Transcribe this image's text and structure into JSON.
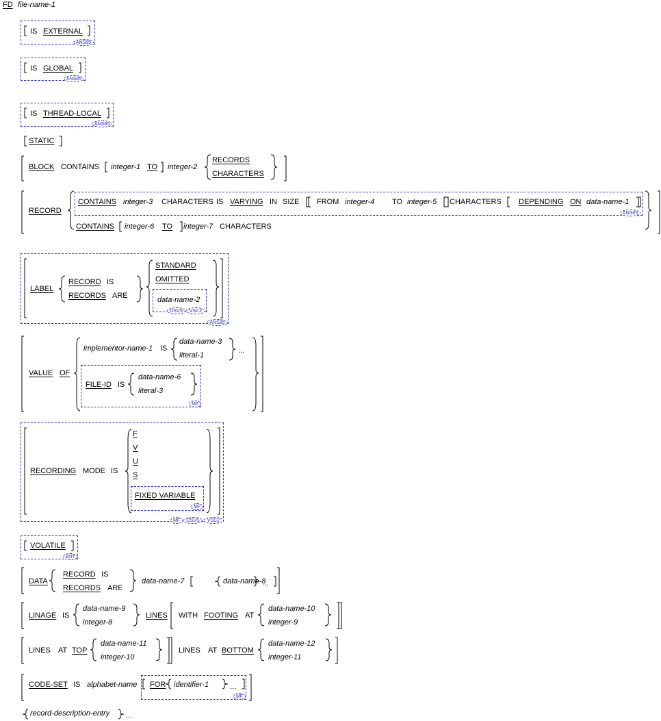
{
  "fd": {
    "keyword": "FD",
    "name": "file-name-1"
  },
  "external": {
    "is": "IS",
    "keyword": "EXTERNAL",
    "badge": "ANS85"
  },
  "global": {
    "is": "IS",
    "keyword": "GLOBAL",
    "badge": "ANS85"
  },
  "thread_local": {
    "is": "IS",
    "keyword": "THREAD-LOCAL",
    "badge": "ANS85"
  },
  "static": {
    "keyword": "STATIC"
  },
  "block": {
    "keyword": "BLOCK",
    "contains": "CONTAINS",
    "int1": "integer-1",
    "to": "TO",
    "int2": "integer-2",
    "records": "RECORDS",
    "characters": "CHARACTERS"
  },
  "record": {
    "keyword": "RECORD",
    "contains": "CONTAINS",
    "int3": "integer-3",
    "characters": "CHARACTERS",
    "is": "IS",
    "varying": "VARYING",
    "in": "IN",
    "size": "SIZE",
    "from": "FROM",
    "int4": "integer-4",
    "to": "TO",
    "int5": "integer-5",
    "characters2": "CHARACTERS",
    "depending": "DEPENDING",
    "on": "ON",
    "dn1": "data-name-1",
    "badge": "ANS85",
    "contains2": "CONTAINS",
    "int6": "integer-6",
    "to2": "TO",
    "int7": "integer-7",
    "characters3": "CHARACTERS"
  },
  "label": {
    "keyword": "LABEL",
    "record": "RECORD",
    "is": "IS",
    "records": "RECORDS",
    "are": "ARE",
    "standard": "STANDARD",
    "omitted": "OMITTED",
    "dn2": "data-name-2",
    "badge_osvs": "OSVS",
    "badge_vsc2": "VSC2",
    "badge_ans85": "ANS85"
  },
  "value": {
    "keyword": "VALUE",
    "of": "OF",
    "impl": "implementor-name-1",
    "is": "IS",
    "dn3": "data-name-3",
    "lit1": "literal-1",
    "ellipsis": "...",
    "fileid": "FILE-ID",
    "is2": "IS",
    "dn6": "data-name-6",
    "lit3": "literal-3",
    "badge": "MF"
  },
  "recording": {
    "keyword": "RECORDING",
    "mode": "MODE",
    "is": "IS",
    "f": "F",
    "v": "V",
    "u": "U",
    "s": "S",
    "fixed_variable": "FIXED VARIABLE",
    "badge_mf_inner": "MF",
    "badge_mf": "MF",
    "badge_osvs": "OSVS",
    "badge_vsc2": "VSC2"
  },
  "volatile": {
    "keyword": "VOLATILE",
    "badge": "ENT"
  },
  "data": {
    "keyword": "DATA",
    "record": "RECORD",
    "is": "IS",
    "records": "RECORDS",
    "are": "ARE",
    "dn7": "data-name-7",
    "dn8": "data-name-8",
    "ellipsis": "..."
  },
  "linage": {
    "keyword": "LINAGE",
    "is": "IS",
    "dn9": "data-name-9",
    "int8": "integer-8",
    "lines": "LINES",
    "with": "WITH",
    "footing": "FOOTING",
    "at": "AT",
    "dn10": "data-name-10",
    "int9": "integer-9"
  },
  "lines_at": {
    "lines": "LINES",
    "at": "AT",
    "top": "TOP",
    "dn11": "data-name-11",
    "int10": "integer-10",
    "lines2": "LINES",
    "at2": "AT",
    "bottom": "BOTTOM",
    "dn12": "data-name-12",
    "int11": "integer-11"
  },
  "codeset": {
    "keyword": "CODE-SET",
    "is": "IS",
    "alpha": "alphabet-name",
    "for": "FOR",
    "id1": "identifier-1",
    "ellipsis": "...",
    "badge": "MF"
  },
  "rde": {
    "name": "record-description-entry",
    "ellipsis": "..."
  }
}
